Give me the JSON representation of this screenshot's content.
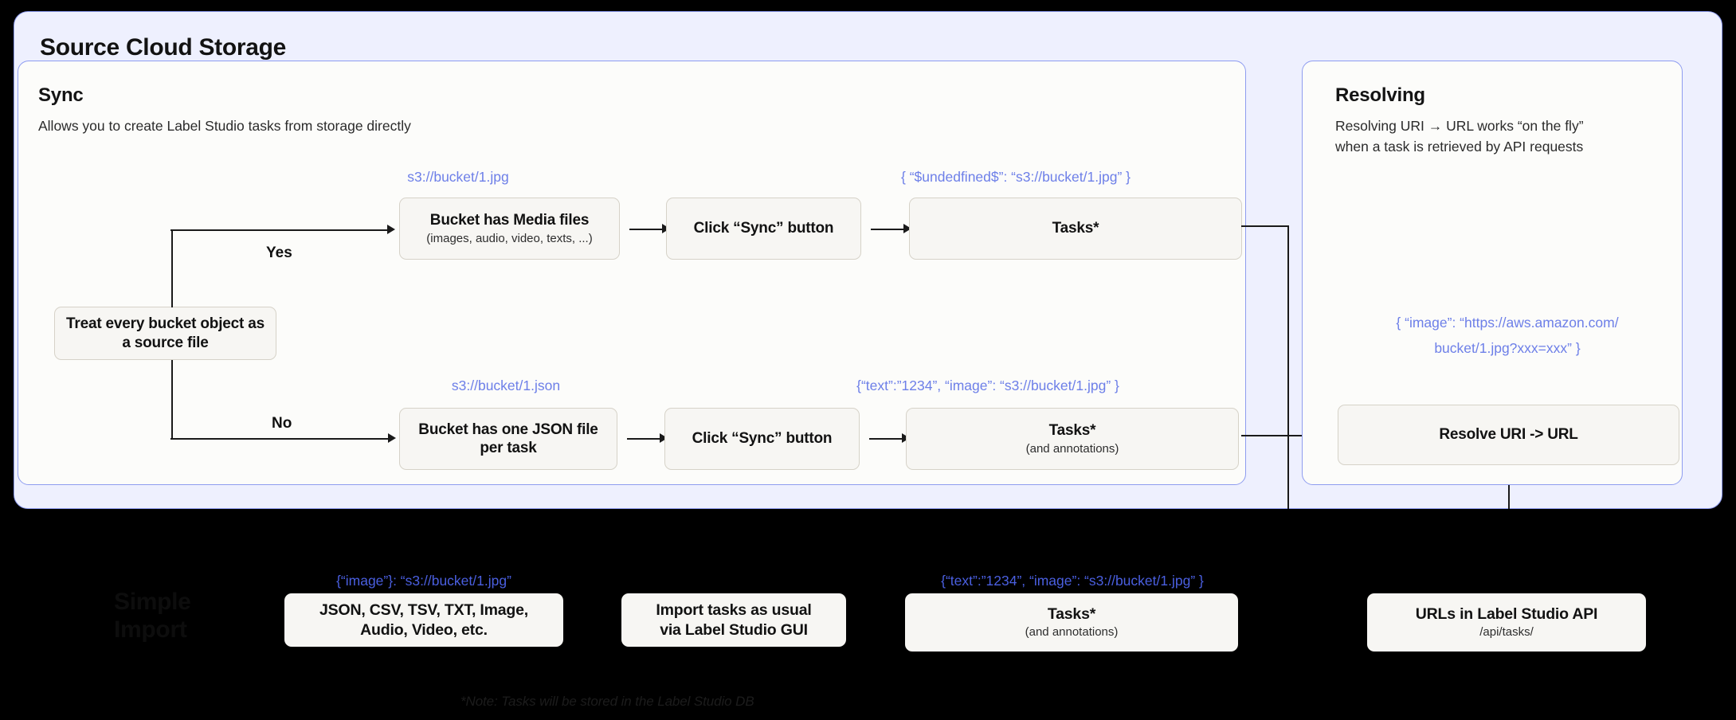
{
  "outer": {
    "title": "Source Cloud Storage"
  },
  "sync": {
    "title": "Sync",
    "subtitle": "Allows you to create Label Studio tasks from storage directly",
    "decision": {
      "label": "Treat every bucket object as a source file"
    },
    "branches": [
      {
        "edge_label": "Yes",
        "annotation_input": "s3://bucket/1.jpg",
        "source_title": "Bucket has Media files",
        "source_subtitle": "(images, audio, video, texts, ...)",
        "action_label": "Click “Sync” button",
        "annotation_output": "{ “$undedfined$”: “s3://bucket/1.jpg” }",
        "result_title": "Tasks*",
        "result_subtitle": ""
      },
      {
        "edge_label": "No",
        "annotation_input": "s3://bucket/1.json",
        "source_title": "Bucket has one JSON file per task",
        "source_subtitle": "",
        "action_label": "Click “Sync” button",
        "annotation_output": "{“text”:”1234”,  “image”: “s3://bucket/1.jpg” }",
        "result_title": "Tasks*",
        "result_subtitle": "(and annotations)"
      }
    ]
  },
  "resolving": {
    "title": "Resolving",
    "subtitle_line1": "Resolving URI → URL works “on the fly”",
    "subtitle_line2": "when a task is retrieved by API requests",
    "annotation_line1": "{ “image”: “https://aws.amazon.com/",
    "annotation_line2": "bucket/1.jpg?xxx=xxx” }",
    "resolve_box_label": "Resolve URI -> URL"
  },
  "simple_import": {
    "title_line1": "Simple",
    "title_line2": "Import",
    "formats_annotation": "{“image”}: “s3://bucket/1.jpg”",
    "formats_box_line1": "JSON, CSV, TSV, TXT, Image,",
    "formats_box_line2": "Audio, Video, etc.",
    "import_box_line1": "Import tasks as usual",
    "import_box_line2": "via Label Studio GUI",
    "tasks_annotation": "{“text”:”1234”,  “image”: “s3://bucket/1.jpg” }",
    "tasks_box_title": "Tasks*",
    "tasks_box_subtitle": "(and annotations)",
    "api_box_title": "URLs in Label Studio API",
    "api_box_subtitle": "/api/tasks/"
  },
  "footer": {
    "note": "*Note: Tasks will be stored in the Label Studio DB"
  },
  "colors": {
    "panel_bg": "#eef0fe",
    "panel_border": "#8e9cf0",
    "inner_bg": "#fcfcfa",
    "node_bg": "#f7f6f3",
    "node_border": "#d6d2c8",
    "annotation": "#6d7fe8",
    "background": "#000000"
  }
}
